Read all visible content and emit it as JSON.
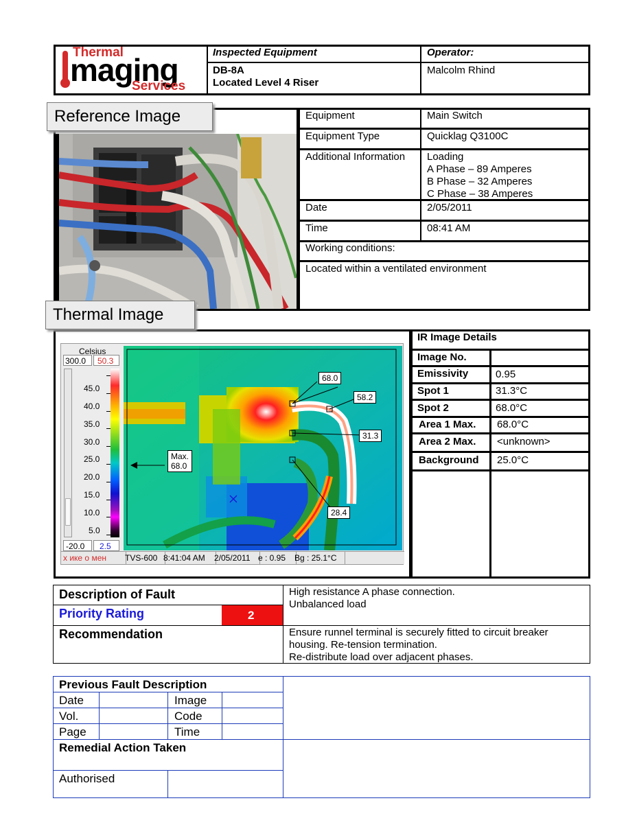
{
  "header": {
    "logo": {
      "line1": "Thermal",
      "line2": "maging",
      "line3": "Services"
    },
    "equipment_label": "Inspected Equipment",
    "equipment_line1": "DB-8A",
    "equipment_line2": "Located Level 4 Riser",
    "operator_label": "Operator:",
    "operator_name": "Malcolm Rhind"
  },
  "reference": {
    "tab": "Reference Image",
    "rows": [
      {
        "label": "Equipment",
        "value": [
          "Main Switch"
        ]
      },
      {
        "label": "Equipment Type",
        "value": [
          "Quicklag Q3100C"
        ]
      },
      {
        "label": "Additional Information",
        "value": [
          "Loading",
          "A Phase – 89 Amperes",
          "B Phase – 32 Amperes",
          "C Phase – 38 Amperes"
        ]
      },
      {
        "label": "Date",
        "value": [
          "2/05/2011"
        ]
      },
      {
        "label": "Time",
        "value": [
          "08:41 AM"
        ]
      }
    ],
    "working_label": "Working conditions:",
    "working_value": "Located within a ventilated environment"
  },
  "thermal": {
    "tab": "Thermal Image",
    "scale_unit": "Celsius",
    "scale_max_setting": "300.0",
    "scale_top": "50.3",
    "scale_min_setting": "-20.0",
    "scale_bottom": "2.5",
    "ticks": [
      "45.0",
      "40.0",
      "35.0",
      "30.0",
      "25.0",
      "20.0",
      "15.0",
      "10.0",
      "5.0"
    ],
    "callouts": {
      "max_line1": "Max.",
      "max_line2": "68.0",
      "c1": "68.0",
      "c2": "58.2",
      "c3": "31.3",
      "c4": "28.4"
    },
    "status": {
      "mirror": "х ике о мен",
      "camera": "TVS-600",
      "time": "8:41:04 AM",
      "date": "2/05/2011",
      "emissivity": "e : 0.95",
      "background": "Bg : 25.1°C"
    }
  },
  "ir_details": {
    "title": "IR Image Details",
    "rows": [
      {
        "label": "Image No.",
        "value": ""
      },
      {
        "label": "Emissivity",
        "value": "0.95"
      },
      {
        "label": "Spot 1",
        "value": "31.3°C"
      },
      {
        "label": "Spot 2",
        "value": "68.0°C"
      },
      {
        "label": "Area 1 Max.",
        "value": "68.0°C"
      },
      {
        "label": "Area 2 Max.",
        "value": "<unknown>"
      },
      {
        "label": "Background",
        "value": "25.0°C"
      }
    ]
  },
  "fault": {
    "description_label": "Description of Fault",
    "description_line1": "High resistance A phase connection.",
    "description_line2": "Unbalanced load",
    "priority_label": "Priority Rating",
    "priority_value": "2",
    "recommendation_label": "Recommendation",
    "recommendation_line1": "Ensure runnel terminal is securely fitted to circuit breaker",
    "recommendation_line2": "housing. Re-tension termination.",
    "recommendation_line3": "Re-distribute load over adjacent phases."
  },
  "previous": {
    "title": "Previous Fault Description",
    "date": "Date",
    "image": "Image",
    "vol": "Vol.",
    "code": "Code",
    "page": "Page",
    "time": "Time",
    "remedial": "Remedial Action Taken",
    "authorised": "Authorised"
  },
  "colors": {
    "priority_bg": "#ee1111",
    "priority_label": "#1a1ad8",
    "form_border": "#1c3bb8"
  }
}
